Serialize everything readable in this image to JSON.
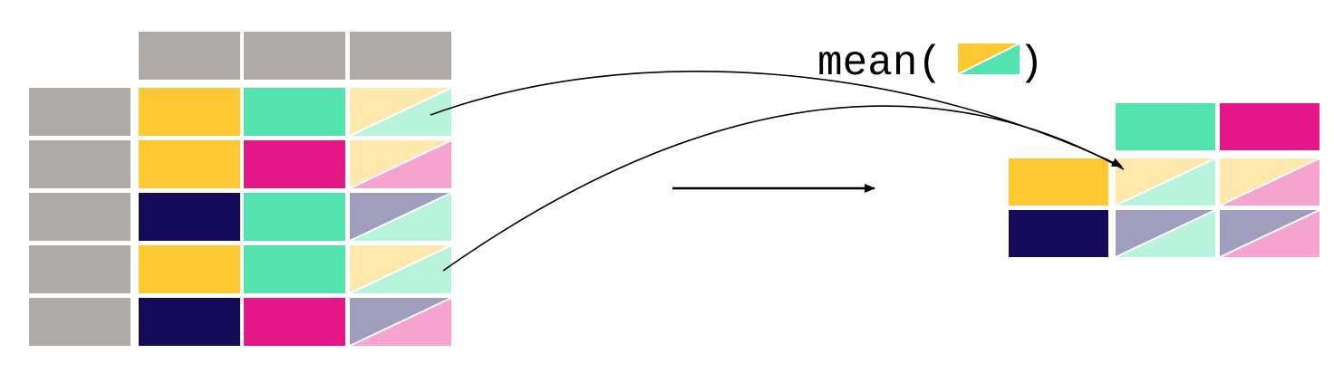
{
  "formula": {
    "prefix": "mean(",
    "suffix": ")"
  },
  "colors": {
    "header_gray": "#aeaaa8",
    "yellow": "#fec832",
    "green": "#52e3b0",
    "magenta": "#e5168a",
    "navy": "#150b58",
    "yellow_light": "#fee8ab",
    "green_light": "#b8f3de",
    "magenta_light": "#f5a4d0",
    "navy_light": "#a19dbc"
  },
  "source_table": {
    "header_cells": 3,
    "rows": [
      {
        "key": "yellow",
        "value": "green",
        "pair": [
          "yellow_light",
          "green_light"
        ]
      },
      {
        "key": "yellow",
        "value": "magenta",
        "pair": [
          "yellow_light",
          "magenta_light"
        ]
      },
      {
        "key": "navy",
        "value": "green",
        "pair": [
          "navy_light",
          "green_light"
        ]
      },
      {
        "key": "yellow",
        "value": "green",
        "pair": [
          "yellow_light",
          "green_light"
        ]
      },
      {
        "key": "navy",
        "value": "magenta",
        "pair": [
          "navy_light",
          "magenta_light"
        ]
      }
    ]
  },
  "result_table": {
    "header_cells": [
      "green",
      "magenta"
    ],
    "rows": [
      {
        "key": "yellow",
        "cells": [
          [
            "yellow_light",
            "green_light"
          ],
          [
            "yellow_light",
            "magenta_light"
          ]
        ]
      },
      {
        "key": "navy",
        "cells": [
          [
            "navy_light",
            "green_light"
          ],
          [
            "navy_light",
            "magenta_light"
          ]
        ]
      }
    ]
  },
  "formula_icon": [
    "yellow",
    "green"
  ]
}
